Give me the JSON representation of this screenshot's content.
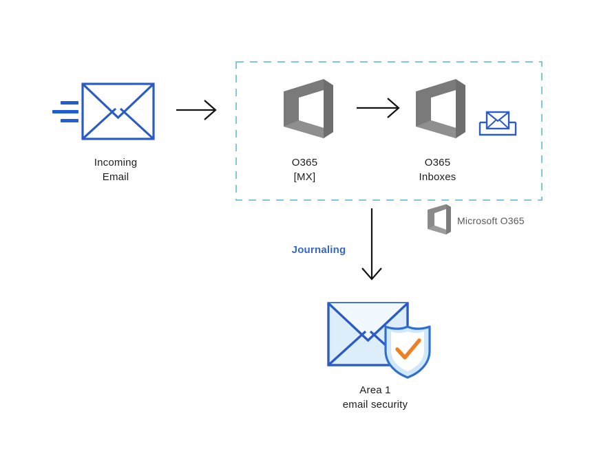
{
  "diagram": {
    "title": "Email journaling flow to Area 1 email security",
    "background": "#ffffff",
    "colors": {
      "envelope_blue": "#2b5bc4",
      "dashed_border": "#7ec8dd",
      "office_gray": "#7a7a7a",
      "arrow_black": "#111111",
      "journaling_blue": "#3567c4",
      "legend_gray": "#5a5a5a",
      "envelope_fill_light": "#ddeefa",
      "shield_outline": "#2f6fd0",
      "shield_ring": "#cfe9fa",
      "check_orange": "#f07f23"
    },
    "nodes": {
      "incoming_email": {
        "label": "Incoming\nEmail",
        "icon": "envelope-icon"
      },
      "o365_mx": {
        "label": "O365\n[MX]",
        "icon": "office-365-icon"
      },
      "o365_inboxes": {
        "label": "O365\nInboxes",
        "icon": "office-365-icon",
        "secondary_icon": "inbox-tray-envelope-icon"
      },
      "area1": {
        "label": "Area 1\nemail security",
        "icon": "envelope-shield-check-icon"
      }
    },
    "edges": {
      "incoming_to_mx": {
        "label": "",
        "style": "solid-arrow",
        "direction": "right"
      },
      "mx_to_inboxes": {
        "label": "",
        "style": "solid-arrow",
        "direction": "right"
      },
      "inboxes_to_area1": {
        "label": "Journaling",
        "style": "solid-arrow",
        "direction": "down"
      }
    },
    "group_box": {
      "label": "",
      "style": "dashed",
      "color": "#7ec8dd"
    },
    "legend": {
      "label": "Microsoft O365",
      "icon": "office-365-icon"
    }
  }
}
